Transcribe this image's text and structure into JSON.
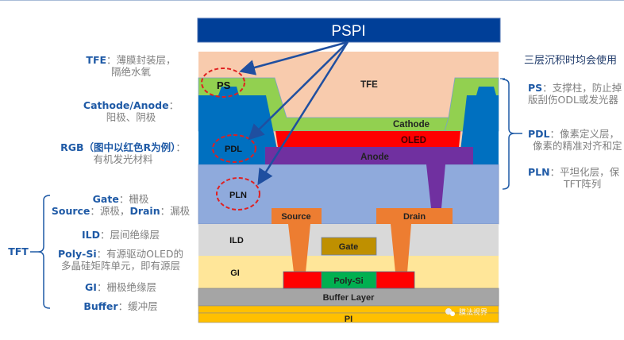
{
  "title": "PSPI",
  "left_labels": {
    "tfe": {
      "key": "TFE",
      "sep": "：",
      "line1": "薄膜封装层，",
      "line2": "隔绝水氧"
    },
    "cathode_anode": {
      "key": "Cathode/Anode",
      "sep": "：",
      "line2": "阳极、阴极"
    },
    "rgb": {
      "key": "RGB（图中以红色R为例）",
      "sep": "：",
      "line2": "有机发光材料"
    },
    "tft_group": "TFT",
    "gate": {
      "key": "Gate",
      "sep": "：",
      "text": "栅极"
    },
    "source_drain": {
      "key1": "Source",
      "sep1": "：",
      "text1": "源极，",
      "key2": "Drain",
      "sep2": "：",
      "text2": "漏极"
    },
    "ild": {
      "key": "ILD",
      "sep": "：",
      "text": "层间绝缘层"
    },
    "polysi": {
      "key": "Poly-Si",
      "sep": "：",
      "line1": "有源驱动OLED的",
      "line2": "多晶硅矩阵单元，即有源层"
    },
    "gi": {
      "key": "GI",
      "sep": "：",
      "text": "栅极绝缘层"
    },
    "buffer": {
      "key": "Buffer",
      "sep": "：",
      "text": "缓冲层"
    }
  },
  "right_labels": {
    "header": "三层沉积时均会使用",
    "ps": {
      "key": "PS",
      "sep": "：",
      "line1": "支撑柱，防止掉",
      "line2": "版刮伤ODL或发光器"
    },
    "pdl": {
      "key": "PDL",
      "sep": "：",
      "line1": "像素定义层，",
      "line2": "像素的精准对齐和定"
    },
    "pln": {
      "key": "PLN",
      "sep": "：",
      "line1": "平坦化层，保",
      "line2": "TFT阵列"
    }
  },
  "layers": {
    "tfe": "TFE",
    "ps": "PS",
    "cathode": "Cathode",
    "oled": "OLED",
    "pdl": "PDL",
    "anode": "Anode",
    "pln": "PLN",
    "source": "Source",
    "drain": "Drain",
    "ild": "ILD",
    "gate": "Gate",
    "gi": "GI",
    "polysi": "Poly-Si",
    "buffer": "Buffer Layer",
    "pi": "PI"
  },
  "watermark": "膜法视界",
  "colors": {
    "pspi_bar": "#003f98",
    "tfe": "#f8cbad",
    "ps_green": "#92d050",
    "pdl_blue": "#0070c0",
    "oled_red": "#ff0000",
    "anode_purple": "#7030a0",
    "pln": "#8faadc",
    "ild": "#d9d9d9",
    "gi": "#ffe699",
    "metal_orange": "#ed7d31",
    "gate_gold": "#bf9000",
    "polysi_green": "#00b050",
    "buffer_gray": "#a5a5a5",
    "pi_yellow": "#ffc000",
    "arrow": "#1f4fa0",
    "highlight_circle": "#e02020"
  }
}
